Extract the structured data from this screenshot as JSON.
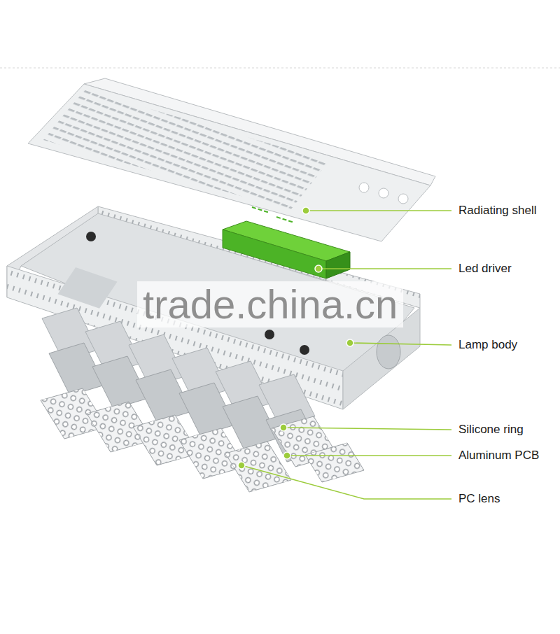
{
  "diagram": {
    "labels": [
      "Radiating shell",
      "Led driver",
      "Lamp body",
      "Silicone ring",
      "Aluminum PCB",
      "PC lens",
      "trade.china.cn"
    ]
  }
}
